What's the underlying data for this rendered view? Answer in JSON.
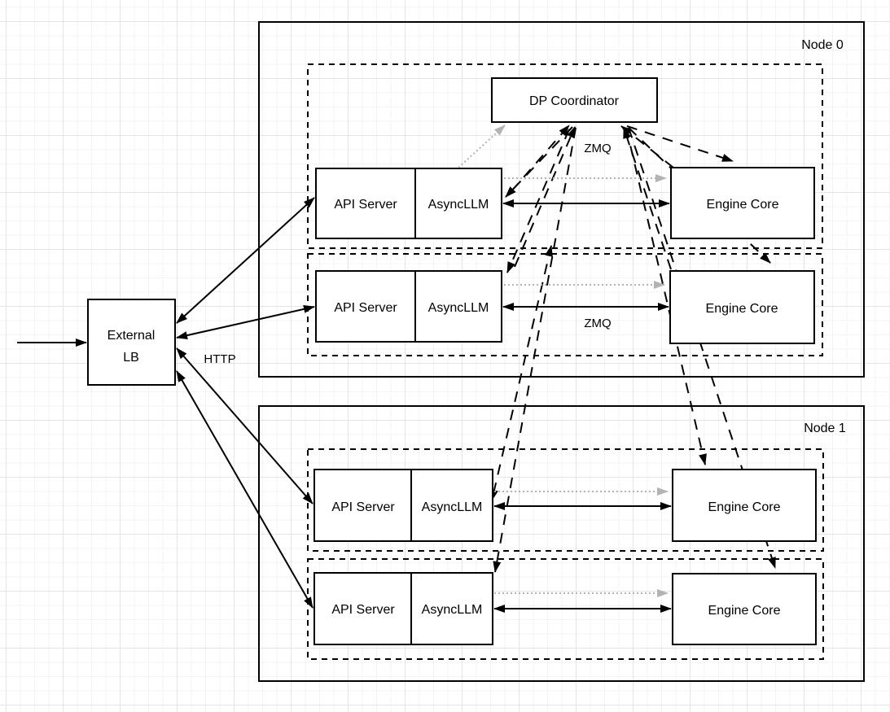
{
  "diagram": {
    "node0": {
      "title": "Node 0"
    },
    "node1": {
      "title": "Node 1"
    },
    "coordinator": {
      "label": "DP Coordinator"
    },
    "external_lb": {
      "line1": "External",
      "line2": "LB"
    },
    "components": {
      "api_server": "API Server",
      "async_llm": "AsyncLLM",
      "engine_core": "Engine Core"
    },
    "protocols": {
      "http": "HTTP",
      "zmq": "ZMQ"
    },
    "colors": {
      "stroke": "#000000",
      "gray_link": "#b3b3b3",
      "box_fill": "#ffffff",
      "grid_minor": "#f3f3f3",
      "grid_major": "#e4e4e4"
    }
  }
}
